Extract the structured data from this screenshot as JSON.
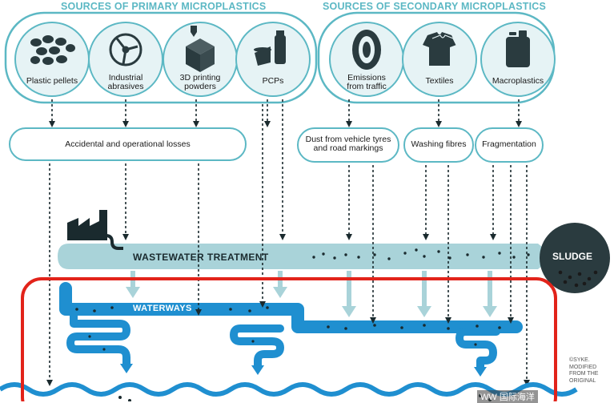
{
  "colors": {
    "teal_light": "#a9d3d9",
    "teal_pale": "#e6f3f5",
    "teal_border": "#5cb8c4",
    "blue": "#1f8fd0",
    "dark": "#1a2a2e",
    "highlight_red": "#e2231a"
  },
  "headers": {
    "primary": "SOURCES OF PRIMARY MICROPLASTICS",
    "secondary": "SOURCES OF SECONDARY MICROPLASTICS"
  },
  "primary_sources": [
    {
      "label": "Plastic pellets",
      "icon": "pellets-icon"
    },
    {
      "label": "Industrial\nabrasives",
      "icon": "abrasive-disc-icon"
    },
    {
      "label": "3D printing\npowders",
      "icon": "3d-printer-icon"
    },
    {
      "label": "PCPs",
      "icon": "cosmetics-icon"
    }
  ],
  "secondary_sources": [
    {
      "label": "Emissions\nfrom traffic",
      "icon": "tyre-icon"
    },
    {
      "label": "Textiles",
      "icon": "tshirt-icon"
    },
    {
      "label": "Macroplastics",
      "icon": "jerrycan-icon"
    }
  ],
  "pathways": {
    "losses": "Accidental and operational losses",
    "dust": "Dust from vehicle tyres\nand road markings",
    "washing": "Washing fibres",
    "fragmentation": "Fragmentation"
  },
  "flows": {
    "wastewater": "WASTEWATER TREATMENT",
    "sludge": "SLUDGE",
    "waterways": "WATERWAYS"
  },
  "credit": "©SYKE.\nMODIFIED\nFROM THE\nORIGINAL",
  "watermark": "WW 国际海洋"
}
